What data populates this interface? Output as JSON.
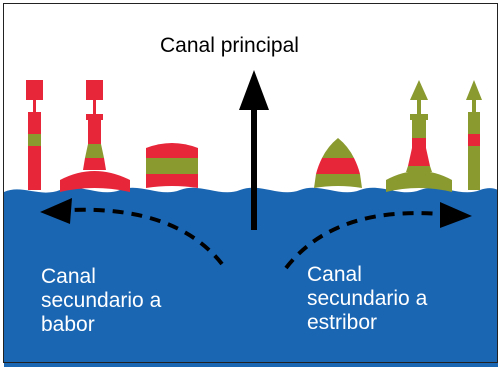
{
  "diagram": {
    "main_channel_label": "Canal principal",
    "port_channel_label": {
      "line1": "Canal",
      "line2": "secundario a",
      "line3": "babor"
    },
    "starboard_channel_label": {
      "line1": "Canal",
      "line2": "secundario a",
      "line3": "estribor"
    }
  },
  "colors": {
    "water": "#1a66b3",
    "buoy_red": "#e8263a",
    "buoy_green": "#8a9a2f",
    "arrow": "#000000",
    "border": "#222222",
    "text_on_water": "#ffffff"
  },
  "icons": [
    "up-arrow-icon",
    "dashed-left-arrow-icon",
    "dashed-right-arrow-icon"
  ]
}
